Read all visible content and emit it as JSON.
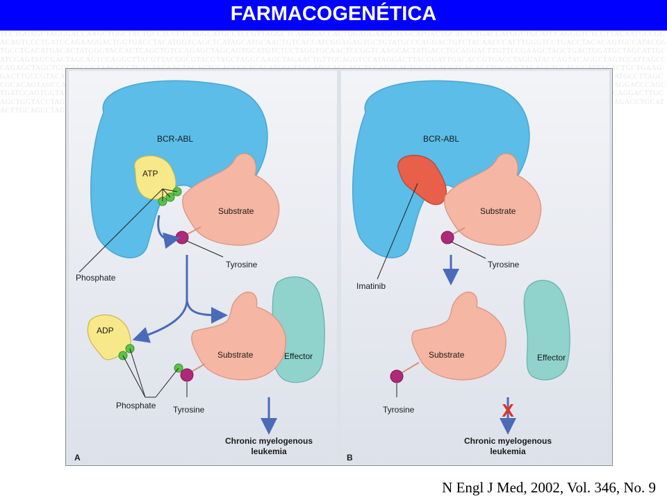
{
  "title": "FARMACOGENÉTICA",
  "citation": "N Engl J Med, 2002, Vol. 346, No. 9",
  "background_sequence": "TCCTGGAGCTAGGGACCAAGCTGGCTACTGCCTCCCTCAGGCATGCCTCCGTTAGGCTCAGGGACCACTGGAGGAAGCTCGCATGACTGCACTCTGACCATGGCTGCATCCAGGGTCTCGTTACAATGCCGCACAGTCCCTGATCCAGAAGGACTGGTGACCTACATGGTCAGCTCATAGCATGCAACTGTCACCATCGGAGAGTGCTGTATGCCCAGGACTGTCTACAACCCATTTGGGTCCTGACCTACACAGTGCCATACGGTGCCTGACATGACACTATGGGTACCACTCAGCTGTCCAGAGCTAGCAGTGCATGTCTCCTAGGTGCAACTCCGGTCAAGCACTATGACCTGCAGGACTTGTTCCGAAGCTAGCTGACTGGATGCTAGCATTGCATCGAGTAGCGACTAGCAGTCCAGGCTTACGTTACGGCGTACGTAGCTAGGCAAGCTAGAACTGTTGCAGGTCCATAGGACTTACGGATTGACACCGTGACCTAGGATACCAGTACAGGCTAGTCCATTAGCCCAGAGCTAGCTGCCTACGGTAAGCCCTGAGTACAACTAGACTCGAGCGGTCACATCGGTACGATCGACCAGGTCCATGGACTGGTCCAGCTCAGAGTTCCAGCTAGAGGTCCAGGGATTACACTGCTGAAGGACTTGCCGTACAGCTGCGATACAGCAGGACGGTACCCTAGCGATTTACGACGGTCGCATACAGGCCATCCATTCGGGAACAGACTTCTAGCAAGGACGTAGCCATCAGGTTAGTCCGGGACATGCCTTAGCCGCACAGTAGCCACGTCCTAAGGCCTTACAGGCATCGGACTGGTAGACCTTGCACCAGGACTGTAACCAGATCCCAGTAGCCATGCAGGCCACTGCTAGAGCCTCCATTGCAGCCCTAGGCTAGGACCCAGCTGATCCAGTGGTACCACTTAGGCACCTTGAGGCAGCTAGCTAGCAGCATGCACCTTGCAATTCCAGTCAGGTAGCACCAGACTACGCAGTCCAGCATACTTGACGATGACCCTGAGGGCATACAGGACTTGCAGCTGGTACCTAGCTCCAGTCATGCACGGTCCAATCAGGACCATCCTGACCTTGCACCTAGGATCGACAGTCCAGGTACAGCATGGCCAGTGACACCAGGTTCCAGCTAGGCAGTACCATGCAGACCTGGATACTTGCAGCCTAGCAATTGGCACGATCCAGTCCGGTAACTAGCTCGCAGGACCTTGCAGGACTAGCCACGGTAC",
  "panel_a": {
    "letter": "A",
    "bcr_abl": "BCR-ABL",
    "atp": "ATP",
    "adp": "ADP",
    "substrate_top": "Substrate",
    "substrate_bottom": "Substrate",
    "effector": "Effector",
    "phosphate_top": "Phosphate",
    "phosphate_bottom": "Phosphate",
    "tyrosine_top": "Tyrosine",
    "tyrosine_bottom": "Tyrosine",
    "outcome_line1": "Chronic myelogenous",
    "outcome_line2": "leukemia"
  },
  "panel_b": {
    "letter": "B",
    "bcr_abl": "BCR-ABL",
    "imatinib": "Imatinib",
    "substrate_top": "Substrate",
    "substrate_bottom": "Substrate",
    "effector": "Effector",
    "tyrosine_top": "Tyrosine",
    "tyrosine_bottom": "Tyrosine",
    "block_mark": "X",
    "outcome_line1": "Chronic myelogenous",
    "outcome_line2": "leukemia"
  },
  "colors": {
    "title_bar": "#0000ff",
    "bcr_abl": "#5bbde8",
    "substrate": "#f5b6a3",
    "effector": "#8fd3cc",
    "atp": "#f7e98a",
    "imatinib": "#e8604a",
    "phosphate": "#5cc24a",
    "tyrosine": "#b0287a",
    "arrow": "#4a6bb8",
    "block_mark": "#e53020"
  }
}
